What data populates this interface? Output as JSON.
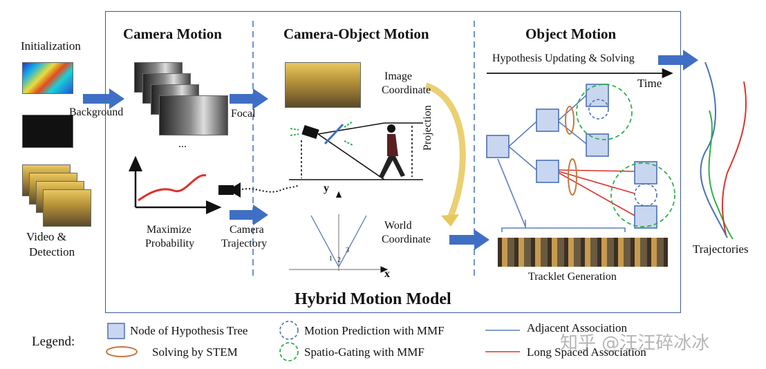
{
  "left": {
    "initialization": "Initialization",
    "video_detection_1": "Video &",
    "video_detection_2": "Detection"
  },
  "camera_motion": {
    "title": "Camera Motion",
    "background": "Background",
    "ellipsis": "...",
    "maximize_1": "Maximize",
    "maximize_2": "Probability"
  },
  "camera_object_motion": {
    "title": "Camera-Object Motion",
    "focal": "Focal",
    "camera_traj_1": "Camera",
    "camera_traj_2": "Trajectory",
    "image_coord_1": "Image",
    "image_coord_2": "Coordinate",
    "projection": "Projection",
    "world_coord_1": "World",
    "world_coord_2": "Coordinate",
    "axis_y": "y",
    "axis_x": "x",
    "point_1": "1",
    "point_2": "2",
    "point_3": "3"
  },
  "object_motion": {
    "title": "Object Motion",
    "hypothesis": "Hypothesis Updating & Solving",
    "time": "Time",
    "tracklet_generation": "Tracklet Generation"
  },
  "right": {
    "trajectories": "Trajectories"
  },
  "footer": {
    "model_title": "Hybrid Motion Model"
  },
  "legend": {
    "label": "Legend:",
    "node": "Node of Hypothesis Tree",
    "solving": "Solving by STEM",
    "motion_prediction": "Motion Prediction with  MMF",
    "spatio_gating": "Spatio-Gating with MMF",
    "adjacent": "Adjacent Association",
    "long_spaced": "Long Spaced Association"
  },
  "watermark": "知乎 @汪汪碎冰冰",
  "colors": {
    "arrow_blue": "#3f6fc4",
    "node_fill": "#c9d6ef",
    "node_stroke": "#4a6fb5",
    "ellipse": "#c9773a",
    "spatio_green": "#2bb24c",
    "red_line": "#e0302a",
    "blue_line": "#5a7fc0",
    "curve_yellow": "#e8c85a"
  }
}
